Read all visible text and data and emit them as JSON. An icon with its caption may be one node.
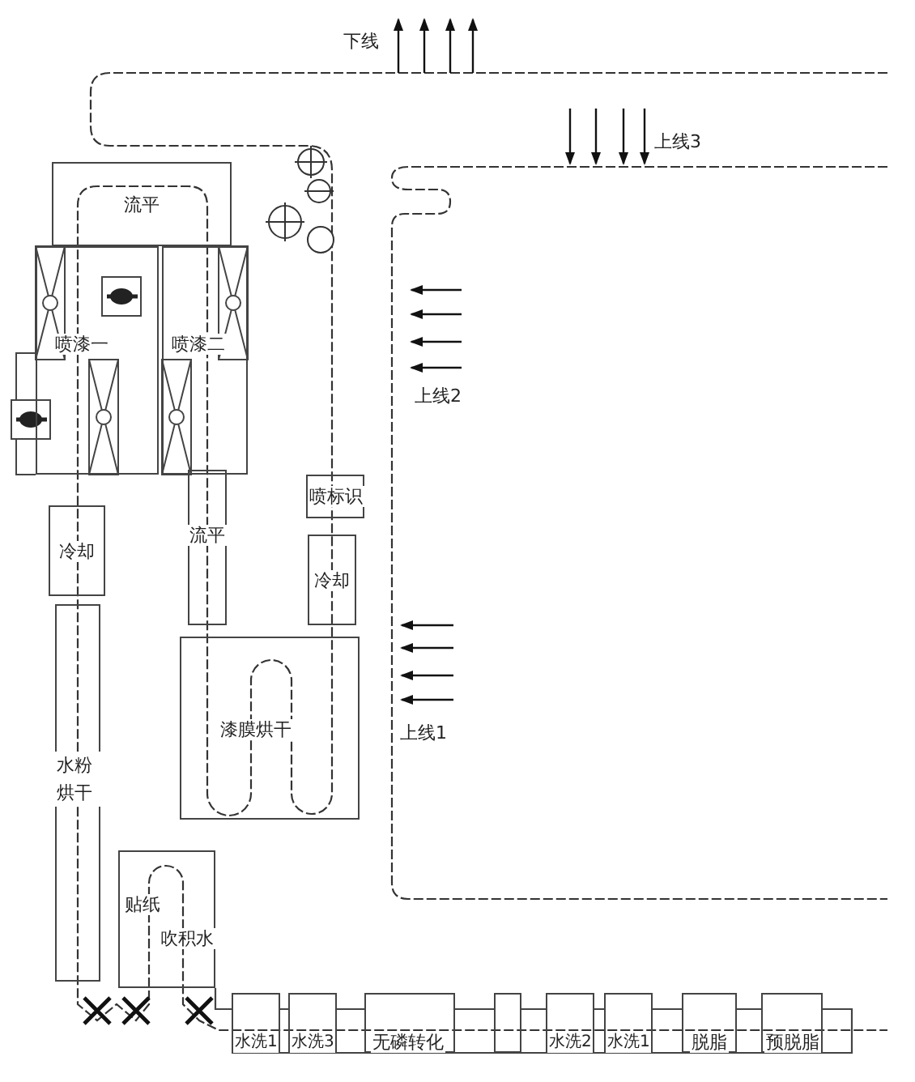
{
  "diagram": {
    "nodes": [
      {
        "text": [
          "流平"
        ]
      },
      {
        "text": [
          "喷漆一"
        ]
      },
      {
        "text": [
          "喷漆二"
        ]
      },
      {
        "text": [
          "冷却"
        ]
      },
      {
        "text": [
          "水粉烘干"
        ]
      },
      {
        "text": [
          "流平"
        ]
      },
      {
        "text": [
          "喷标识"
        ]
      },
      {
        "text": [
          "冷却"
        ]
      },
      {
        "text": [
          "漆膜烘干"
        ]
      },
      {
        "text": [
          "贴纸",
          "吹积水"
        ]
      },
      {
        "text": [
          "水洗1"
        ]
      },
      {
        "text": [
          "水洗3"
        ]
      },
      {
        "text": [
          "无磷转化"
        ]
      },
      {
        "text": [],
        "shape": "box"
      },
      {
        "text": [
          "水洗2"
        ]
      },
      {
        "text": [
          "水洗1"
        ]
      },
      {
        "text": [
          "脱脂"
        ]
      },
      {
        "text": [
          "预脱脂"
        ]
      }
    ],
    "labels": [
      "下线",
      "上线3",
      "上线2",
      "上线1"
    ]
  }
}
